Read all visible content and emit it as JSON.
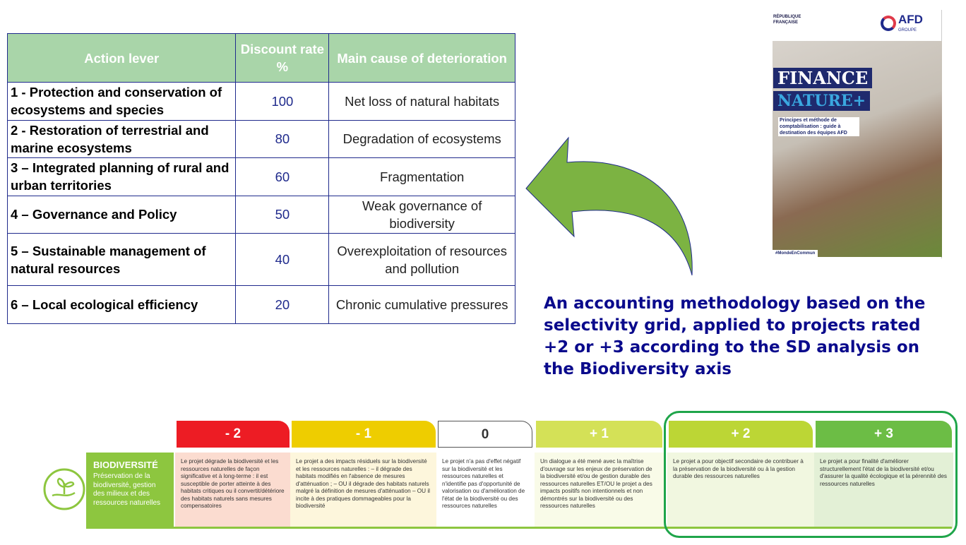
{
  "table": {
    "headers": [
      "Action lever",
      "Discount rate %",
      "Main cause of deterioration"
    ],
    "rows": [
      {
        "lever": "1 - Protection and conservation of ecosystems and species",
        "rate": "100",
        "cause": "Net loss of natural habitats"
      },
      {
        "lever": "2 - Restoration of terrestrial and marine ecosystems",
        "rate": "80",
        "cause": "Degradation of ecosystems"
      },
      {
        "lever": "3 – Integrated planning of rural and urban territories",
        "rate": "60",
        "cause": "Fragmentation"
      },
      {
        "lever": "4 – Governance and Policy",
        "rate": "50",
        "cause": "Weak governance of biodiversity"
      },
      {
        "lever": "5 – Sustainable management of natural resources",
        "rate": "40",
        "cause": "Overexploitation of resources and pollution"
      },
      {
        "lever": "6 – Local ecological efficiency",
        "rate": "20",
        "cause": "Chronic cumulative pressures"
      }
    ]
  },
  "cover": {
    "republique": "RÉPUBLIQUE FRANÇAISE",
    "afd": "AFD",
    "groupe": "GROUPE",
    "title1": "FINANCE",
    "title2": "NATURE+",
    "subtitle": "Principes et méthode de comptabilisation : guide à destination des équipes AFD",
    "hashtag": "#MondeEnCommun"
  },
  "caption": "An accounting methodology based on the selectivity grid, applied to projects rated +2 or +3 according to the SD analysis on the Biodiversity axis",
  "grid": {
    "category_title": "BIODIVERSITÉ",
    "category_desc": "Préservation de la biodiversité, gestion des milieux et des ressources naturelles",
    "columns": [
      {
        "score": "- 2",
        "color": "#ed1c24",
        "bg": "#fbdcd0",
        "text": "Le projet dégrade la biodiversité et les ressources naturelles de façon significative et à long-terme : il est susceptible de porter atteinte à des habitats critiques ou il convertit/détériore des habitats naturels sans mesures compensatoires"
      },
      {
        "score": "- 1",
        "color": "#eecd00",
        "bg": "#fdf6dc",
        "text": "Le projet a des impacts résiduels sur la biodiversité et les ressources naturelles : – il dégrade des habitats modifiés en l'absence de mesures d'atténuation ; – OU il dégrade des habitats naturels malgré la définition de mesures d'atténuation – OU il incite à des pratiques dommageables pour la biodiversité"
      },
      {
        "score": "0",
        "color": "#ffffff",
        "bg": "#ffffff",
        "text": "Le projet n'a pas d'effet négatif sur la biodiversité et les ressources naturelles et n'identifie pas d'opportunité de valorisation ou d'amélioration de l'état de la biodiversité ou des ressources naturelles"
      },
      {
        "score": "+ 1",
        "color": "#d4e157",
        "bg": "#f9fbe8",
        "text": "Un dialogue a été mené avec la maîtrise d'ouvrage sur les enjeux de préservation de la biodiversité et/ou de gestion durable des ressources naturelles ET/OU le projet a des impacts positifs non intentionnels et non démontrés sur la biodiversité ou des ressources naturelles"
      },
      {
        "score": "+ 2",
        "color": "#bcd635",
        "bg": "#f1f7e0",
        "text": "Le projet a pour objectif secondaire de contribuer à la préservation de la biodiversité ou à la gestion durable des ressources naturelles"
      },
      {
        "score": "+ 3",
        "color": "#6cbd45",
        "bg": "#e3f0d6",
        "text": "Le projet a pour finalité d'améliorer structurellement l'état de la biodiversité et/ou d'assurer la qualité écologique et la pérennité des ressources naturelles"
      }
    ]
  }
}
